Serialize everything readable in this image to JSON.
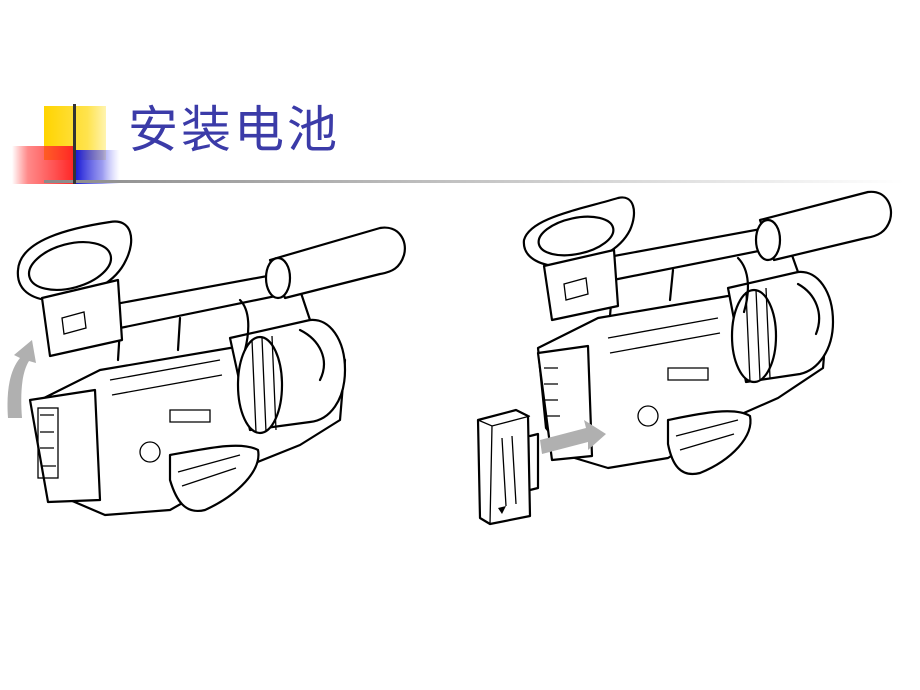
{
  "slide": {
    "title": "安装电池"
  },
  "illustrations": [
    {
      "name": "camcorder-viewfinder-raised"
    },
    {
      "name": "camcorder-battery-insert"
    }
  ]
}
